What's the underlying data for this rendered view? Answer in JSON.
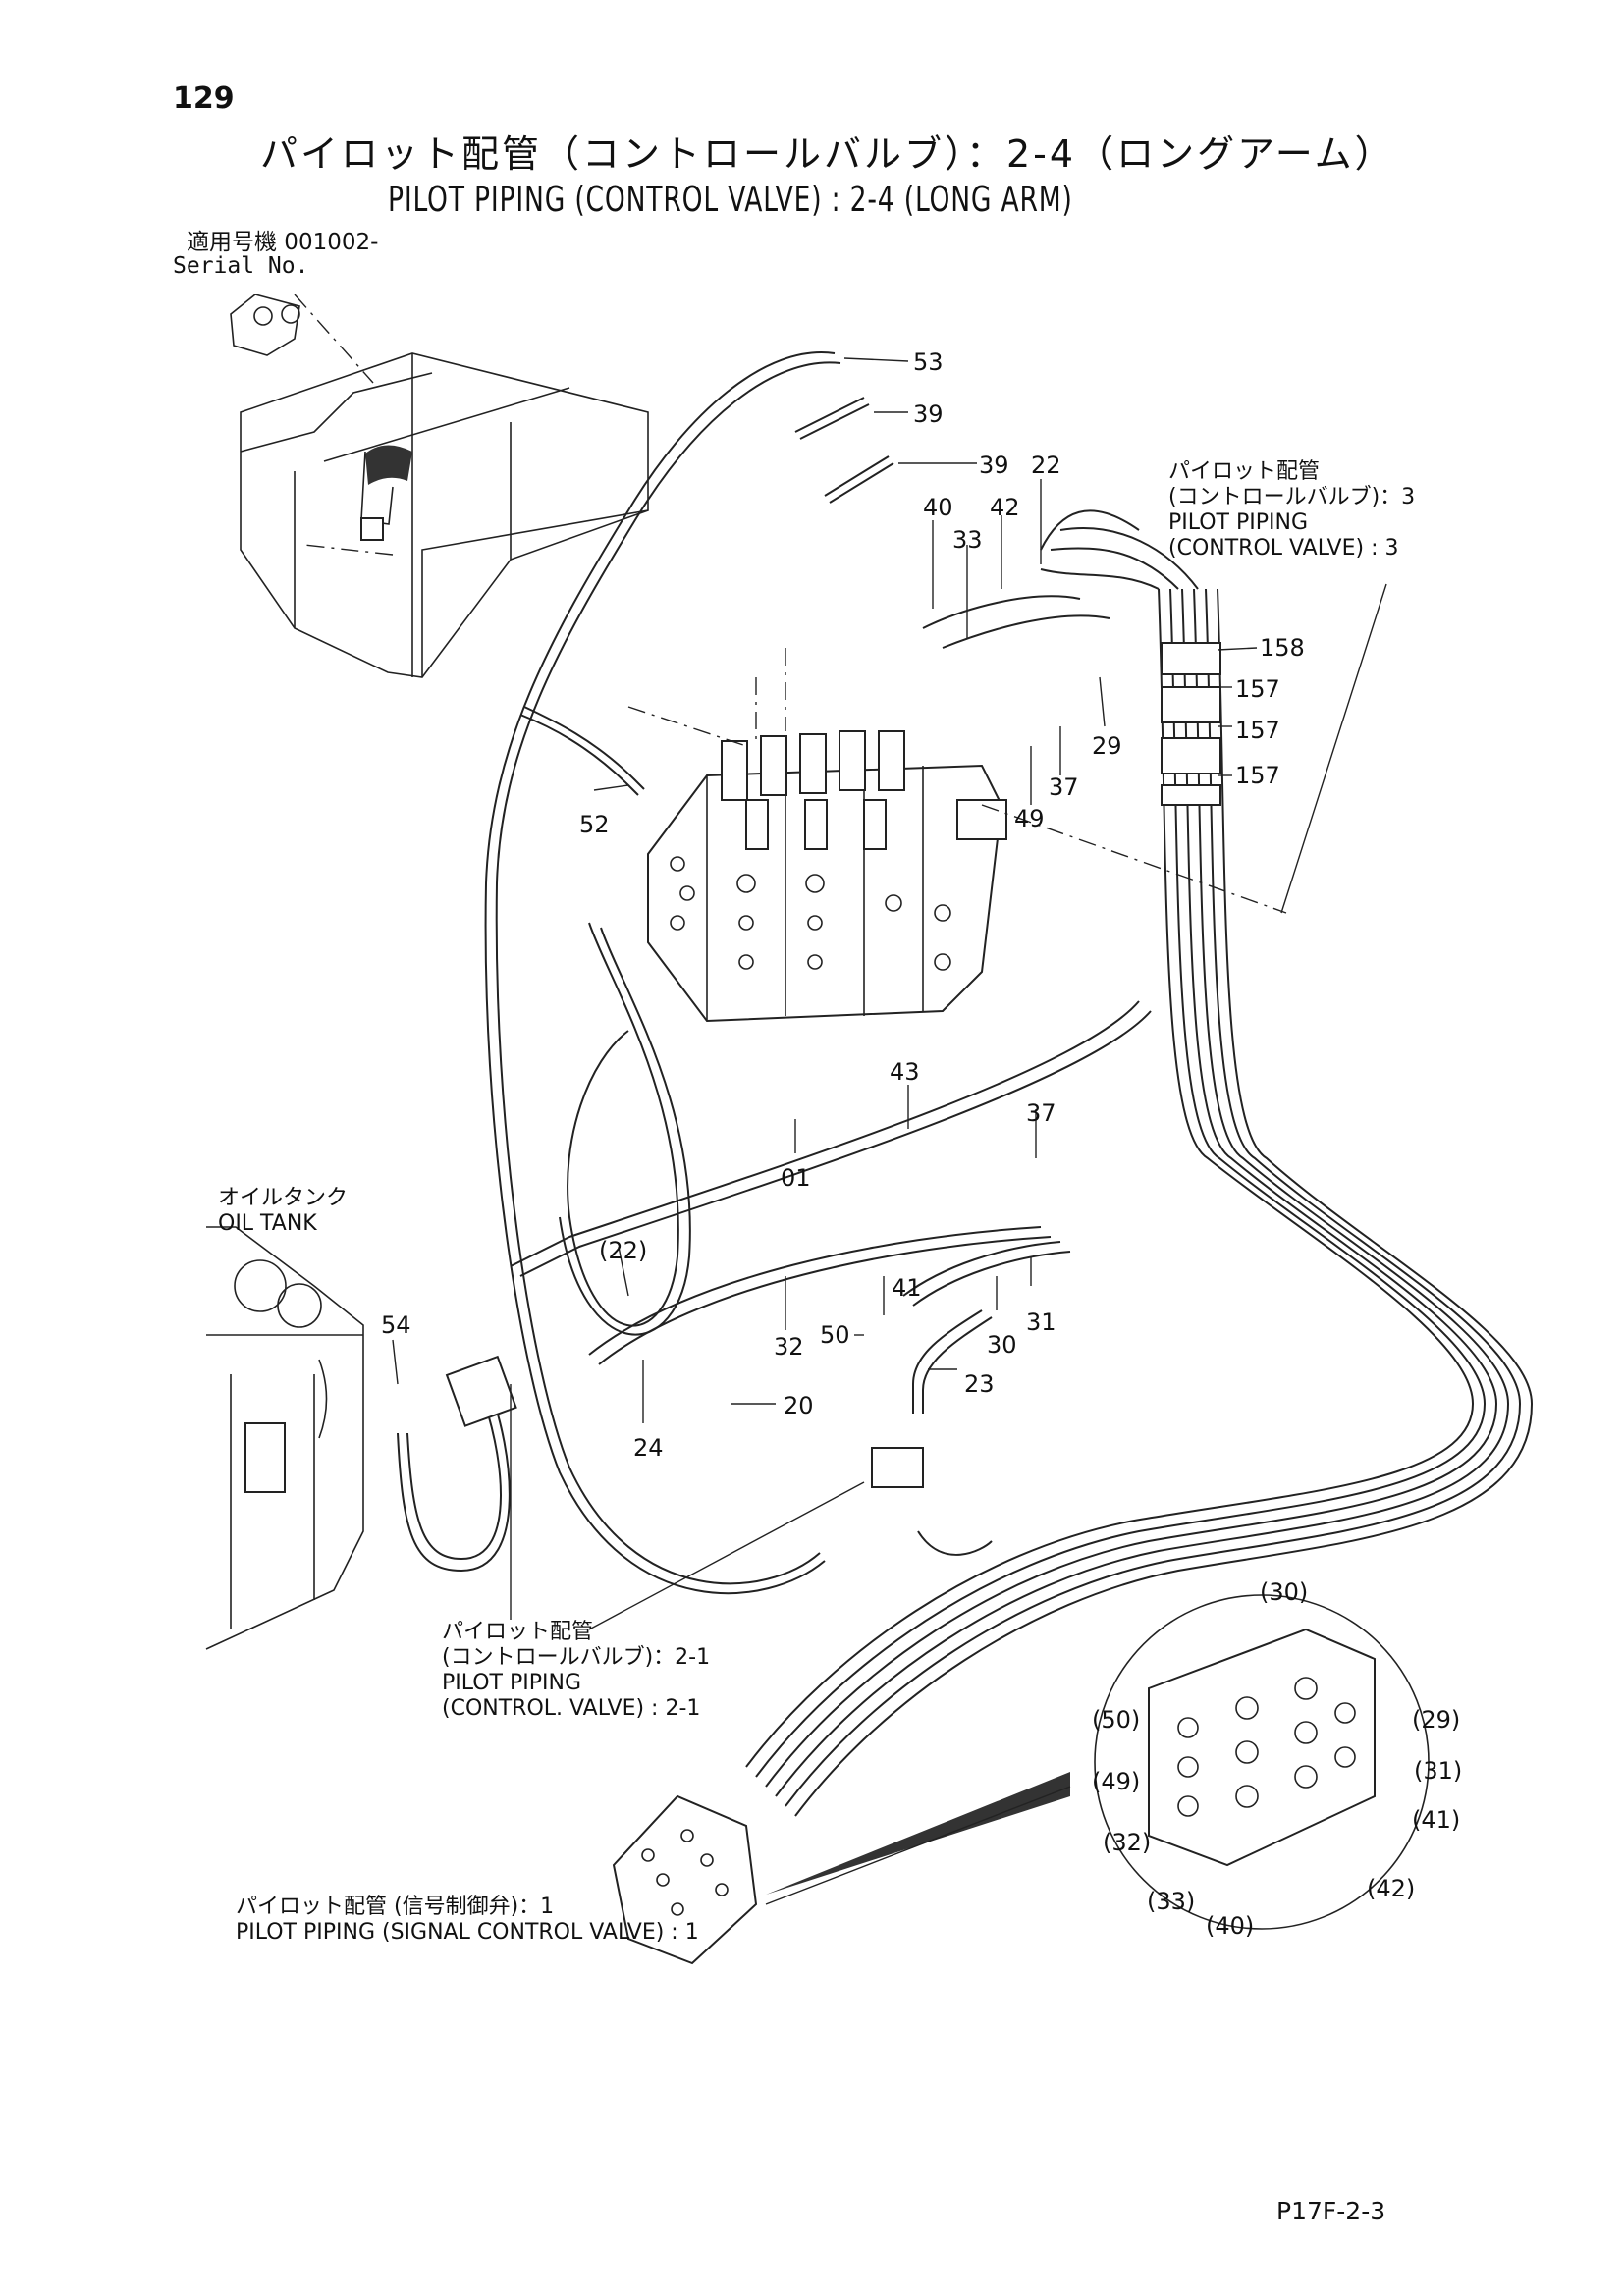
{
  "header": {
    "page_number": "129",
    "title_jp": "パイロット配管（コントロールバルブ）：2-4（ロングアーム）",
    "title_en": "PILOT PIPING (CONTROL VALVE) : 2-4 (LONG ARM)",
    "serial_jp": "適用号機  001002-",
    "serial_en": "Serial No."
  },
  "callouts": {
    "pilot_3": {
      "jp": "パイロット配管",
      "jp2": "(コントロールバルブ)：3",
      "en": "PILOT PIPING",
      "en2": "(CONTROL VALVE) : 3"
    },
    "oil_tank": {
      "jp": "オイルタンク",
      "en": "OIL TANK"
    },
    "pilot_2_1": {
      "jp": "パイロット配管",
      "jp2": "(コントロールバルブ)：2-1",
      "en": "PILOT PIPING",
      "en2": "(CONTROL. VALVE) : 2-1"
    },
    "pilot_signal": {
      "jp": "パイロット配管 (信号制御弁)：1",
      "en": "PILOT PIPING (SIGNAL CONTROL VALVE) : 1"
    }
  },
  "part_numbers": {
    "p53": "53",
    "p39a": "39",
    "p39b": "39",
    "p22": "22",
    "p40": "40",
    "p42": "42",
    "p33": "33",
    "p158": "158",
    "p157a": "157",
    "p157b": "157",
    "p157c": "157",
    "p29": "29",
    "p37a": "37",
    "p49": "49",
    "p52": "52",
    "p43": "43",
    "p37b": "37",
    "p01": "01",
    "p22b": "(22)",
    "p54": "54",
    "p24": "24",
    "p20": "20",
    "p41": "41",
    "p32": "32",
    "p50": "50",
    "p30": "30",
    "p31": "31",
    "p23": "23"
  },
  "detail_labels": {
    "d30": "(30)",
    "d50": "(50)",
    "d29": "(29)",
    "d31": "(31)",
    "d49": "(49)",
    "d41": "(41)",
    "d32": "(32)",
    "d42": "(42)",
    "d33": "(33)",
    "d40": "(40)"
  },
  "footer": {
    "page_code": "P17F-2-3"
  }
}
